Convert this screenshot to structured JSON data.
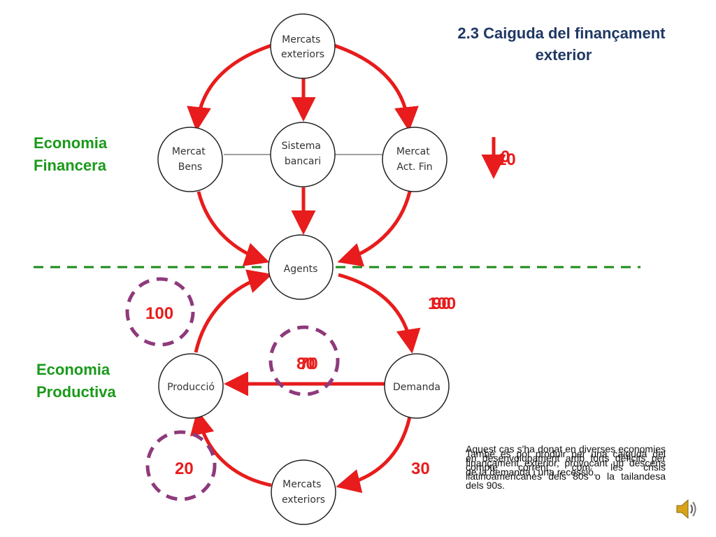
{
  "title": [
    "2.3 Caiguda del finançament",
    "exterior"
  ],
  "sections": {
    "financial": [
      "Economia",
      "Financera"
    ],
    "productive": [
      "Economia",
      "Productiva"
    ]
  },
  "nodes": {
    "mercats_exteriors_top": [
      "Mercats",
      "exteriors"
    ],
    "mercat_bens": [
      "Mercat",
      "Bens"
    ],
    "sistema_bancari": [
      "Sistema",
      "bancari"
    ],
    "mercat_act_fin": [
      "Mercat",
      "Act. Fin"
    ],
    "agents": [
      "Agents"
    ],
    "produccio": [
      "Producció"
    ],
    "demanda": [
      "Demanda"
    ],
    "mercats_exteriors_bottom": [
      "Mercats",
      "exteriors"
    ]
  },
  "values": {
    "financing_a": "10",
    "financing_b": "0",
    "agents_to_demand_a": "100",
    "agents_to_demand_b": "90",
    "production_income": "100",
    "demand_to_production_a": "80",
    "demand_to_production_b": "70",
    "exports": "20",
    "imports": "30"
  },
  "notes": {
    "text_a": "Aquest cas s'ha donat en diverses economies en desenvolupament amb forts dèficits per compte corrent, com les crisis llatinoamericanes dels 80s o la tailandesa dels 90s.",
    "text_b": "També es pot produir per una caiguda del finançament exterior, provocant un descens de la demanda i una recessió."
  },
  "colors": {
    "arrow": "#e81c1c",
    "dashed_circle": "#8e3a7c",
    "divider": "#1a8a1a",
    "section_label": "#1a9a1a",
    "title": "#1f3864"
  },
  "icons": {
    "speaker": "speaker-icon"
  }
}
